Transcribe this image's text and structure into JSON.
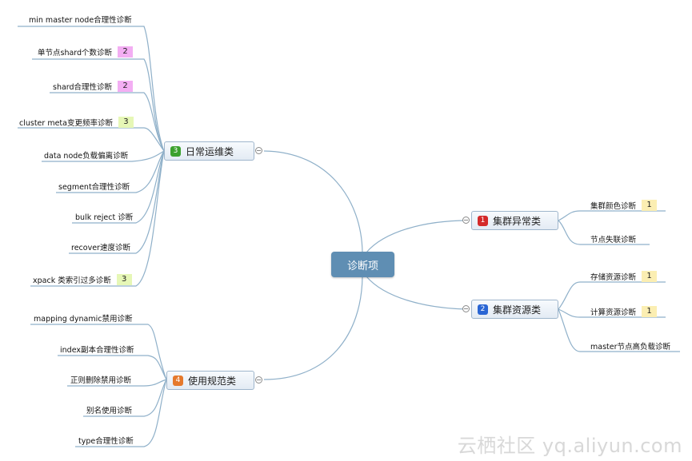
{
  "root": {
    "label": "诊断项"
  },
  "branches": {
    "daily": {
      "label": "日常运维类",
      "marker": "3",
      "items": [
        {
          "label": "min master node合理性诊断",
          "badge": ""
        },
        {
          "label": "单节点shard个数诊断",
          "badge": "2"
        },
        {
          "label": "shard合理性诊断",
          "badge": "2"
        },
        {
          "label": "cluster meta变更频率诊断",
          "badge": "3"
        },
        {
          "label": "data node负载偏离诊断",
          "badge": ""
        },
        {
          "label": "segment合理性诊断",
          "badge": ""
        },
        {
          "label": "bulk reject 诊断",
          "badge": ""
        },
        {
          "label": "recover速度诊断",
          "badge": ""
        },
        {
          "label": "xpack 类索引过多诊断",
          "badge": "3"
        }
      ]
    },
    "usage": {
      "label": "使用规范类",
      "marker": "4",
      "items": [
        {
          "label": "mapping dynamic禁用诊断",
          "badge": ""
        },
        {
          "label": "index副本合理性诊断",
          "badge": ""
        },
        {
          "label": "正则删除禁用诊断",
          "badge": ""
        },
        {
          "label": "别名使用诊断",
          "badge": ""
        },
        {
          "label": "type合理性诊断",
          "badge": ""
        }
      ]
    },
    "anomaly": {
      "label": "集群异常类",
      "marker": "1",
      "items": [
        {
          "label": "集群颜色诊断",
          "badge": "1"
        },
        {
          "label": "节点失联诊断",
          "badge": ""
        }
      ]
    },
    "resource": {
      "label": "集群资源类",
      "marker": "2",
      "items": [
        {
          "label": "存储资源诊断",
          "badge": "1"
        },
        {
          "label": "计算资源诊断",
          "badge": "1"
        },
        {
          "label": "master节点高负载诊断",
          "badge": ""
        }
      ]
    }
  },
  "colors": {
    "root": "#5f8eb3",
    "edge": "#8fb0c9",
    "badge_2": "#f3aef3",
    "badge_3": "#e6f7b6",
    "badge_1": "#fbeeb2"
  },
  "watermark": "云栖社区 yq.aliyun.com"
}
